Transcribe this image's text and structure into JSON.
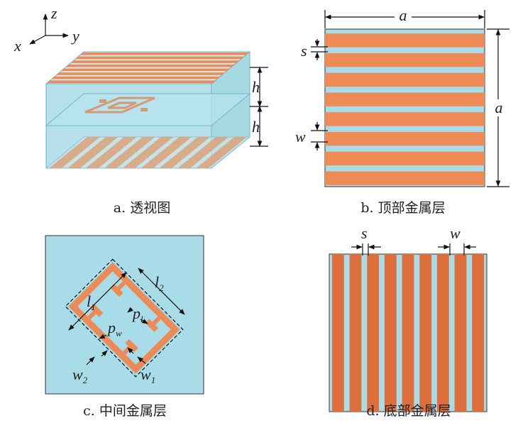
{
  "colors": {
    "substrate": "#a9dce9",
    "substrate_top": "#c7ecf4",
    "metal": "#ee8a55",
    "metal_dark": "#de6e3a",
    "bottom_metal": "#d9a47e",
    "line": "#111111"
  },
  "panels": {
    "a": {
      "caption": "a. 透视图",
      "axes": {
        "z": "z",
        "y": "y",
        "x": "x"
      },
      "dims": {
        "h_top": "h",
        "h_bottom": "h"
      }
    },
    "b": {
      "caption": "b. 顶部金属层",
      "dims": {
        "width": "a",
        "height": "a",
        "gap": "s",
        "strip": "w"
      },
      "strip_count": 8
    },
    "c": {
      "caption": "c. 中间金属层",
      "dims": {
        "l1": {
          "main": "l",
          "sub": "1"
        },
        "l2": {
          "main": "l",
          "sub": "2"
        },
        "pw": {
          "main": "p",
          "sub": "w"
        },
        "pl": {
          "main": "p",
          "sub": "l"
        },
        "w1": {
          "main": "w",
          "sub": "1"
        },
        "w2": {
          "main": "w",
          "sub": "2"
        }
      }
    },
    "d": {
      "caption": "d. 底部金属层",
      "dims": {
        "gap": "s",
        "strip": "w"
      },
      "strip_count": 9
    }
  }
}
